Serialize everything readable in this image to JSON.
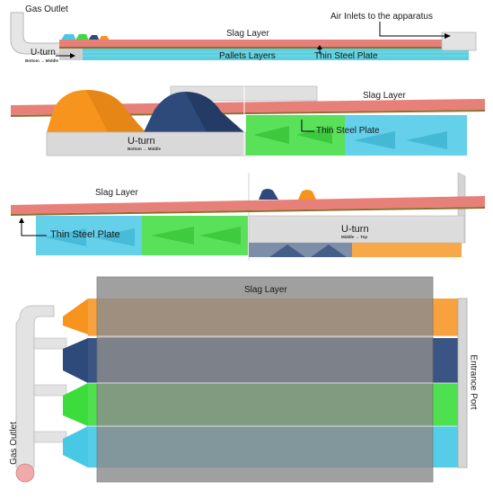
{
  "panel1": {
    "gas_outlet": "Gas Outlet",
    "air_inlets": "Air Inlets to the apparatus",
    "slag_layer": "Slag Layer",
    "u_turn": "U-turn",
    "u_turn_sub": "Bottom → Middle",
    "thin_steel_plate": "Thin Steel Plate",
    "pallets_layers": "Pallets Layers"
  },
  "panel2": {
    "slag_layer": "Slag Layer",
    "u_turn": "U-turn",
    "u_turn_sub": "Bottom → Middle",
    "thin_steel_plate": "Thin Steel Plate"
  },
  "panel3": {
    "slag_layer": "Slag Layer",
    "thin_steel_plate": "Thin Steel Plate",
    "u_turn": "U-turn",
    "u_turn_sub": "Middle → Top"
  },
  "panel4": {
    "slag_layer": "Slag Layer",
    "entrance_port": "Entrance Port",
    "gas_outlet": "Gas Outlet"
  },
  "colors": {
    "slag": "#e8807a",
    "steel_plate": "#8a6f2e",
    "orange": "#f7941d",
    "navy": "#2e4a7a",
    "green": "#3ddc3d",
    "cyan": "#49c8e6",
    "duct_grey": "#d9d9d9",
    "slag_top_view": "#8c8c8c"
  }
}
